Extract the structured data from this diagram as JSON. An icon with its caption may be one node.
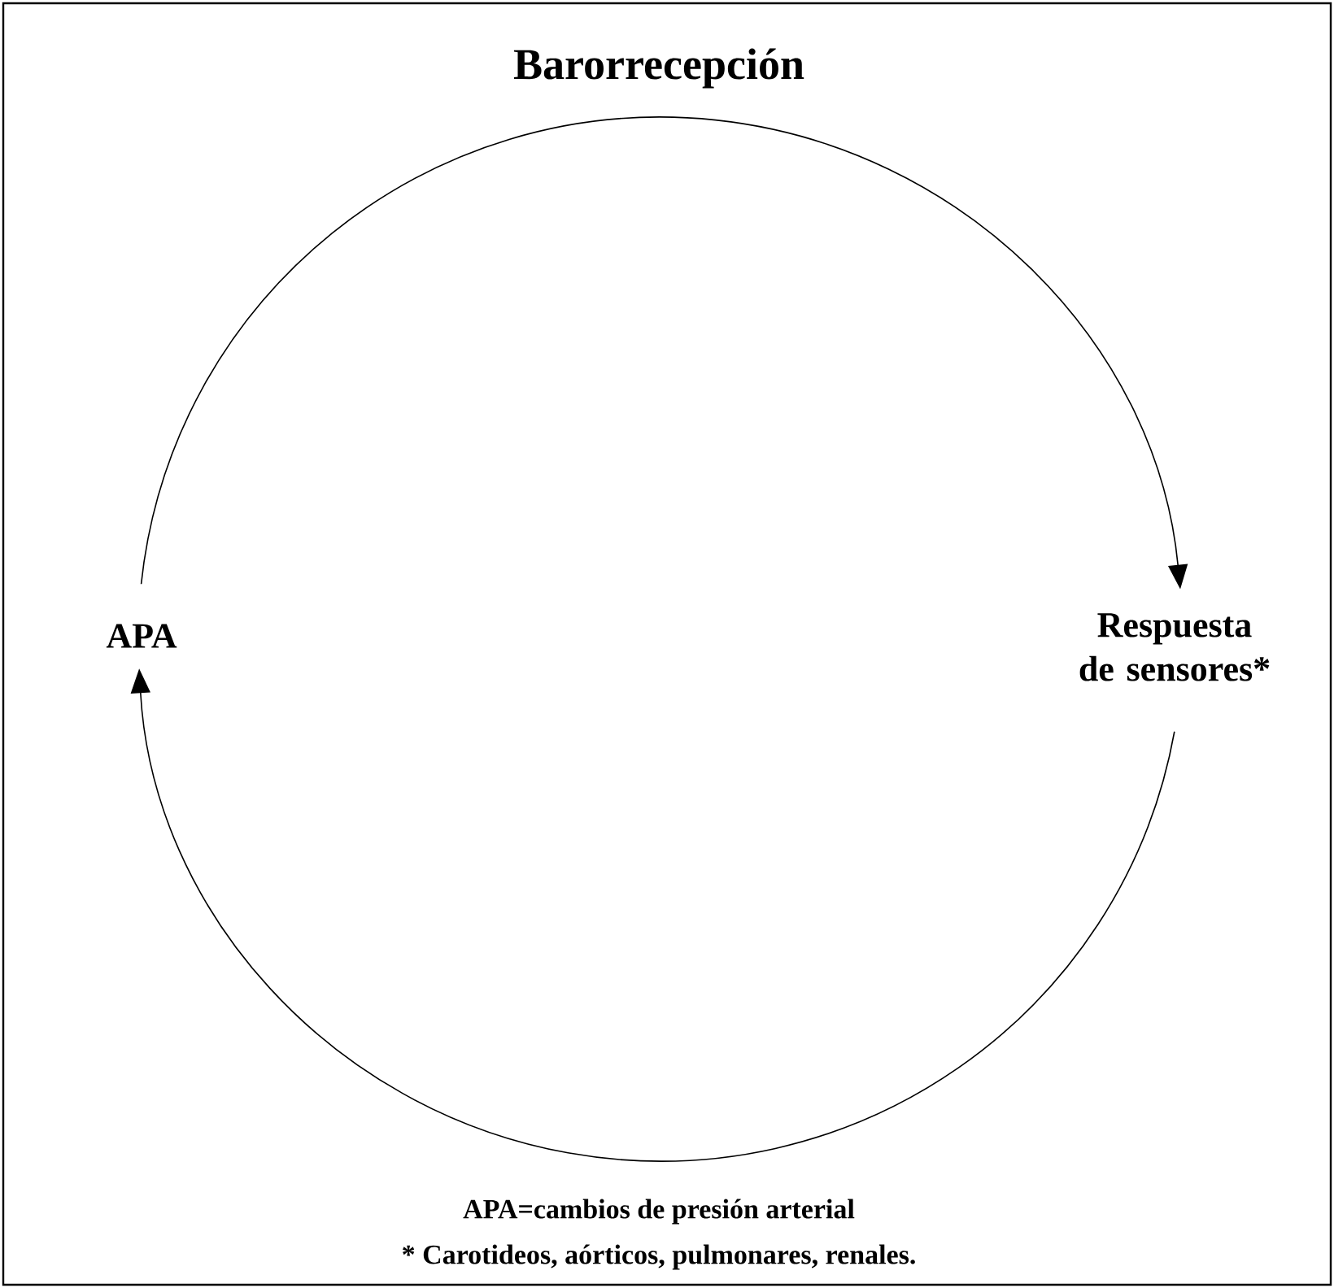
{
  "diagram": {
    "title": "Barorrecepción",
    "nodes": [
      {
        "text": [
          "APA"
        ]
      },
      {
        "text": [
          "Respuesta de sensores*"
        ]
      }
    ],
    "edges": [
      {
        "from": 0,
        "to": 1,
        "arrow": "to"
      },
      {
        "from": 1,
        "to": 0,
        "arrow": "to"
      }
    ],
    "labels": [
      "APA=cambios de presión arterial",
      "* Carotideos, aórticos, pulmonares, renales."
    ]
  }
}
